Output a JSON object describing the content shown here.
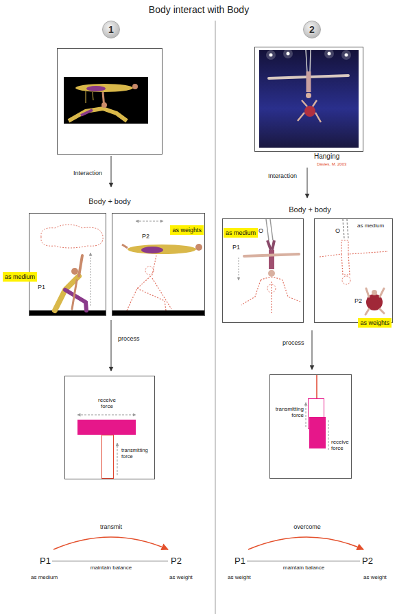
{
  "diagram": {
    "title": "Body interact with Body",
    "nodes": [
      {
        "text": [
          "1"
        ]
      },
      {
        "text": [
          "P1"
        ]
      },
      {
        "text": [
          "as medium"
        ],
        "in": 1
      },
      {
        "text": [
          "P2"
        ]
      },
      {
        "text": [
          "as weights"
        ],
        "in": 3
      },
      {
        "text": [
          "receive force",
          "transmitting force"
        ]
      },
      {
        "text": [
          "2"
        ]
      },
      {
        "text": [
          "O",
          "P1"
        ]
      },
      {
        "text": [
          "as medium"
        ],
        "in": 7
      },
      {
        "text": [
          "O",
          "as medium",
          "P2"
        ]
      },
      {
        "text": [
          "as weights"
        ],
        "in": 9
      },
      {
        "text": [
          "transmitting force",
          "receive force"
        ]
      }
    ],
    "labels": [
      "Interaction",
      "Body + body",
      "process",
      "transmit",
      "P1",
      "maintain balance",
      "P2",
      "as medium",
      "as weight",
      "Hanging",
      "Davies, M. 2003",
      "Interaction",
      "Body + body",
      "process",
      "overcome",
      "P1",
      "maintain balance",
      "P2",
      "as weight",
      "as weight"
    ]
  }
}
